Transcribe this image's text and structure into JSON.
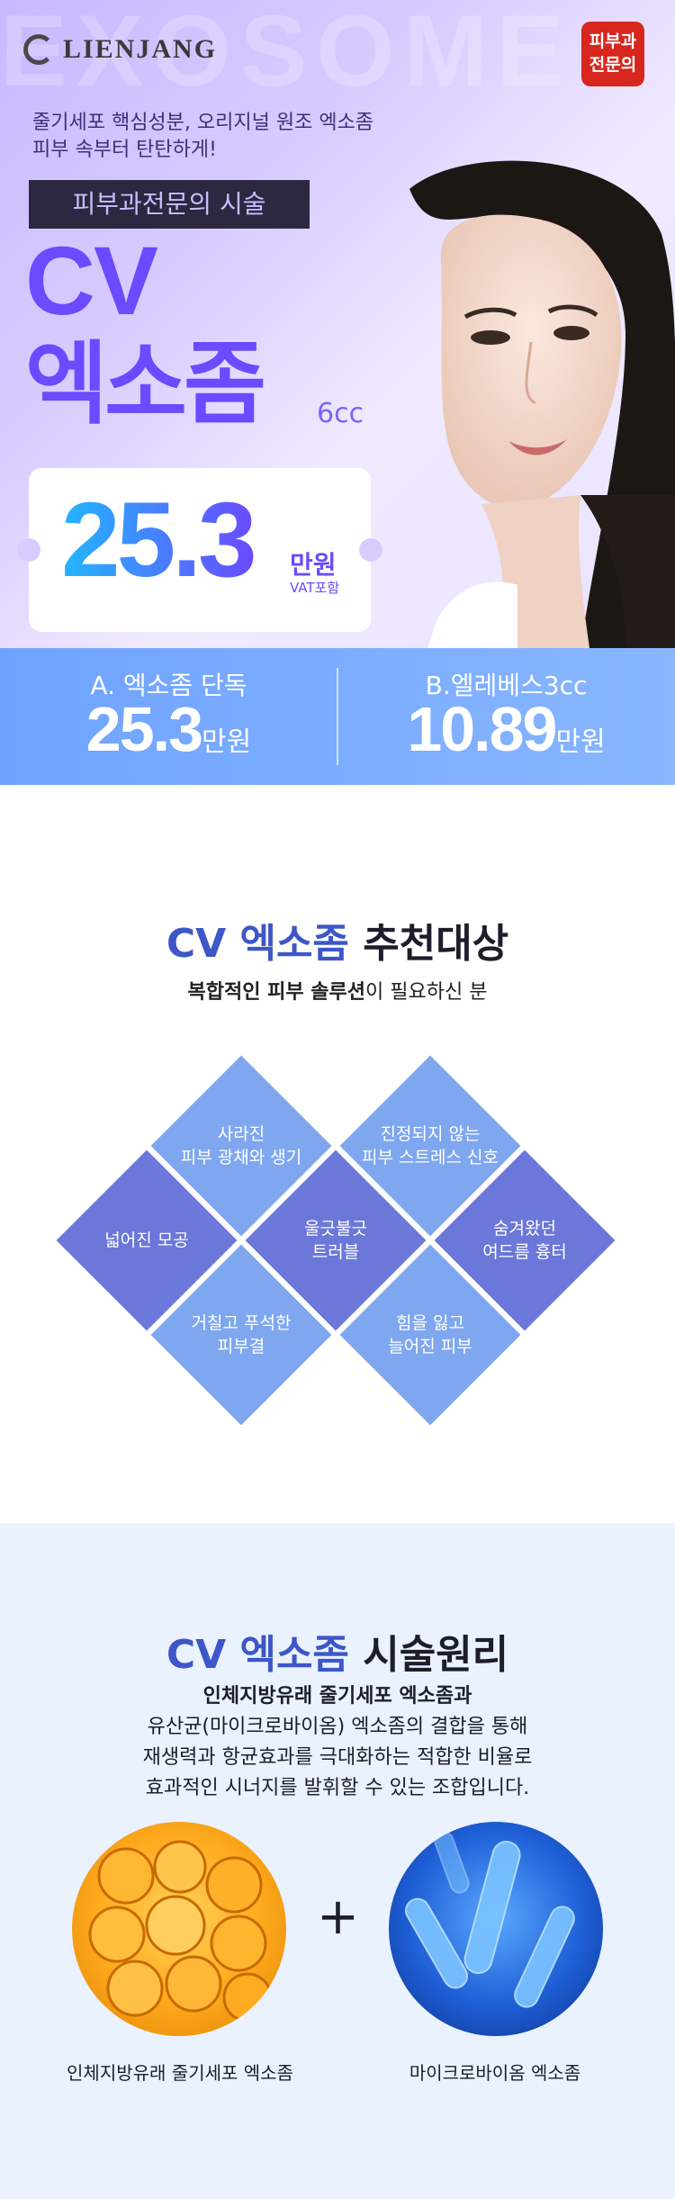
{
  "hero": {
    "watermark": "EXOSOME",
    "brand": "LIENJANG",
    "badge_line1": "피부과",
    "badge_line2": "전문의",
    "intro_line1": "줄기세포 핵심성분, 오리지널 원조 엑소좀",
    "intro_line2": "피부 속부터 탄탄하게!",
    "procedure_tag": "피부과전문의 시술",
    "product_line1": "CV",
    "product_line2": "엑소좀",
    "product_volume": "6cc",
    "price": "25.3",
    "price_unit": "만원",
    "price_vat": "VAT포함"
  },
  "options": [
    {
      "label": "A. 엑소좀 단독",
      "price": "25.3",
      "unit": "만원"
    },
    {
      "label": "B.엘레베스3cc",
      "price": "10.89",
      "unit": "만원"
    }
  ],
  "targets": {
    "title_highlight": "CV 엑소좀",
    "title_rest": " 추천대상",
    "subtitle_bold": "복합적인 피부 솔루션",
    "subtitle_rest": "이 필요하신 분",
    "items": [
      {
        "line1": "사라진",
        "line2": "피부 광채와 생기"
      },
      {
        "line1": "진정되지 않는",
        "line2": "피부 스트레스 신호"
      },
      {
        "line1": "넓어진 모공",
        "line2": ""
      },
      {
        "line1": "울긋불긋",
        "line2": "트러블"
      },
      {
        "line1": "숨겨왔던",
        "line2": "여드름 흉터"
      },
      {
        "line1": "거칠고 푸석한",
        "line2": "피부결"
      },
      {
        "line1": "힘을 잃고",
        "line2": "늘어진 피부"
      }
    ],
    "colors": {
      "light": "#7ea7ef",
      "dark": "#6b77d9"
    }
  },
  "principle": {
    "title_highlight": "CV 엑소좀",
    "title_rest": " 시술원리",
    "desc_line1": "인체지방유래 줄기세포 엑소좀과",
    "desc_line2": "유산균(마이크로바이옴) 엑소좀의 결합을 통해",
    "desc_line3": "재생력과 항균효과를 극대화하는 적합한 비율로",
    "desc_line4": "효과적인 시너지를 발휘할 수 있는 조합입니다.",
    "plus": "+",
    "caption_left": "인체지방유래 줄기세포 엑소좀",
    "caption_right": "마이크로바이옴 엑소좀"
  }
}
